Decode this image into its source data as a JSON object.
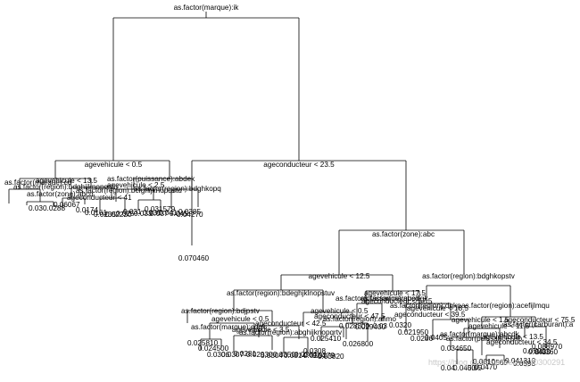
{
  "tree": {
    "root_split": "as.factor(marque):ik",
    "left_split": "agevehicule < 0.5",
    "right_split": "ageconducteur < 23.5",
    "right_leaf": "0.070460",
    "zone_split": "as.factor(zone):abc",
    "zone_left_split": "agevehicule < 12.5",
    "zone_right_split": "as.factor(region):bdghkopstv",
    "ll_splits": [
      "as.factor(marque):cd",
      "as.factor(puissance):abdek",
      "as.factor(region):bdghijknopqstu",
      "agevehicule < 13.5",
      "as.factor(region):bcfghijknopqstu",
      "as.factor(region):bdghkopq",
      "agevehicule < 2.5",
      "as.factor(zone):abcd",
      "ageconducteur < 41"
    ],
    "ll_leaves": [
      "0.03",
      "0.0288",
      "0.0174",
      "0.06067",
      "0.0161",
      "0.0235",
      "0.02220",
      "0.025",
      "0.031",
      "0.033",
      "0.036",
      "0.037",
      "0.041",
      "0.031579",
      "0.045",
      "0.0385",
      "0.04270"
    ],
    "ml_splits": [
      "as.factor(region):bdeghjklnopstuv",
      "as.factor(region):bdjpstv",
      "agevehicule < 0.5",
      "ageconducteur < 42.5",
      "as.factor(marque):cdgk",
      "agevehicule < 3.5",
      "as.factor(region):abghijknopqrtv",
      "agevehicule < 0.5",
      "ageconducteur < 47.5",
      "as.factor(region):afimo",
      "agevehicule < 17.5",
      "as.factor(puissance):abcd",
      "as.factor(marque):gk",
      "ageconducteur < 57.5"
    ],
    "ml_leaves": [
      "0.025810",
      "0.024500",
      "0.0306",
      "0.0307",
      "0.0281",
      "0.02930",
      "0.0304",
      "0.0350",
      "0.0314",
      "0.0364",
      "0.0354",
      "0.0379",
      "0.0308",
      "0.03820",
      "0.025410",
      "0.026800",
      "0.028300",
      "0.029400",
      "0.03",
      "0.0320"
    ],
    "mr_splits": [
      "as.factor(region):dqkp",
      "agevehicule < 18.5",
      "ageconducteur < 39.5",
      "as.factor(region):acefijlmqu",
      "agevehicule < 1.5",
      "ageconducteur < 75.5",
      "as.factor(carburant):a",
      "agevehicule < 11.5",
      "as.factor(marque):abcdk",
      "agevehicule < 13.5",
      "as.factor(puissance):ab",
      "ageconducteur < 34.5"
    ],
    "mr_leaves": [
      "0.021950",
      "0.034650",
      "0.0286",
      "0.0405",
      "0.088970",
      "0.0501",
      "0.0430",
      "0.0360",
      "0.04",
      "0.0450",
      "0.05",
      "0.0470",
      "0.041310",
      "0.0598",
      "0.0610",
      "0.0560"
    ],
    "watermark": "https://blog.csdn.net/weixin_40300291"
  }
}
